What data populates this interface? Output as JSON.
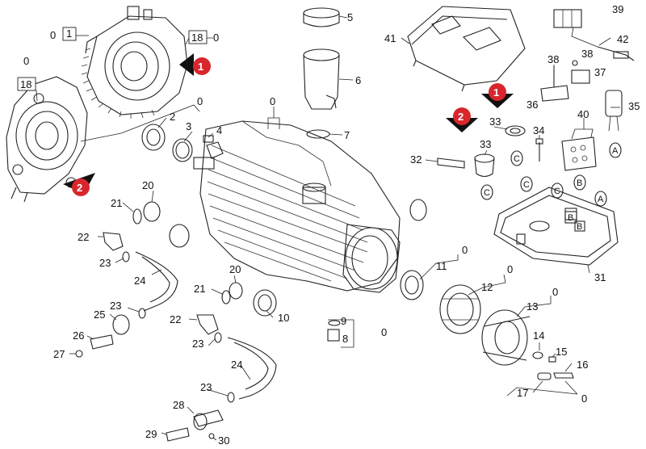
{
  "callouts": {
    "c0a": "0",
    "c1": "1",
    "c18a": "18",
    "c0b": "0",
    "c0c": "0",
    "c18b": "18",
    "c0d": "0",
    "c2": "2",
    "c3": "3",
    "c4": "4",
    "c0e": "0",
    "c5": "5",
    "c6": "6",
    "c7": "7",
    "c41": "41",
    "c39": "39",
    "c42": "42",
    "c38a": "38",
    "c38b": "38",
    "c37": "37",
    "c36": "36",
    "c35": "35",
    "c33a": "33",
    "c34": "34",
    "c40": "40",
    "c32": "32",
    "c33b": "33",
    "c21a": "21",
    "c20a": "20",
    "c22a": "22",
    "c23a": "23",
    "c24a": "24",
    "c20b": "20",
    "c21b": "21",
    "c10": "10",
    "c22b": "22",
    "c23b": "23",
    "c25": "25",
    "c23c": "23",
    "c26": "26",
    "c27": "27",
    "c0f": "0",
    "c11": "11",
    "c0g": "0",
    "c12": "12",
    "c0h": "0",
    "c13": "13",
    "c9": "9",
    "c8": "8",
    "c0i": "0",
    "c31": "31",
    "c14": "14",
    "c15": "15",
    "c16": "16",
    "c17": "17",
    "c0j": "0",
    "c24b": "24",
    "c23d": "23",
    "c28": "28",
    "c29": "29",
    "c30": "30"
  },
  "letters": {
    "A1": "A",
    "A2": "A",
    "B1": "B",
    "B2": "B",
    "B3": "B",
    "C1": "C",
    "C2": "C",
    "C3": "C",
    "C4": "C"
  },
  "markers": {
    "m1a": "1",
    "m1b": "1",
    "m2a": "2",
    "m2b": "2"
  },
  "colors": {
    "marker_red": "#d8262c",
    "line": "#222222"
  }
}
